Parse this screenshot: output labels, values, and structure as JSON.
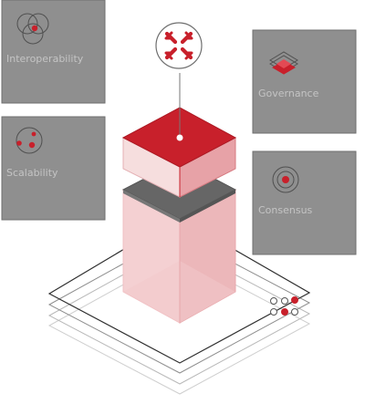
{
  "colors": {
    "card_bg": "#8f8f8f",
    "card_border": "#6f6f6f",
    "label": "#c4c4c4",
    "accent_red": "#c8202b",
    "light_red": "#efb8ba",
    "dark_gray": "#666666",
    "line": "#2f2f2f"
  },
  "features": [
    {
      "key": "interoperability",
      "label": "Interoperability",
      "icon": "overlapping-circles-icon"
    },
    {
      "key": "scalability",
      "label": "Scalability",
      "icon": "orbit-dots-icon"
    },
    {
      "key": "governance",
      "label": "Governance",
      "icon": "layer-stack-icon"
    },
    {
      "key": "consensus",
      "label": "Consensus",
      "icon": "concentric-circles-icon"
    }
  ],
  "center": {
    "logo_icon": "x-logo-icon",
    "visual": "stacked-isometric-blocks"
  }
}
